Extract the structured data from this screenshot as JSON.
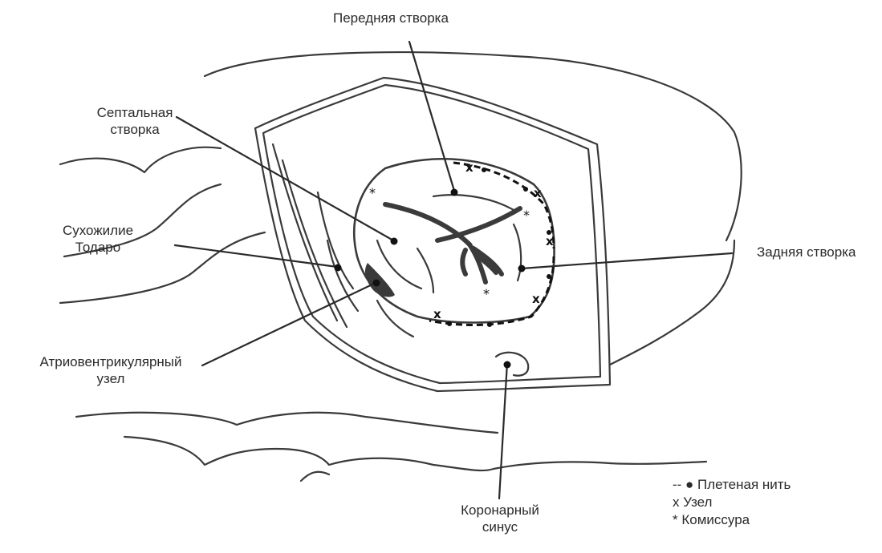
{
  "labels": {
    "anterior_leaflet": "Передняя створка",
    "septal_leaflet_1": "Септальная",
    "septal_leaflet_2": "створка",
    "tendon_1": "Сухожилие",
    "tendon_2": "Тодаро",
    "posterior_leaflet": "Задняя створка",
    "av_node_1": "Атриовентрикулярный",
    "av_node_2": "узел",
    "coronary_sinus_1": "Коронарный",
    "coronary_sinus_2": "синус"
  },
  "legend": {
    "braided_thread": "-- ● Плетеная нить",
    "knot": "x Узел",
    "commissure": "* Комиссура"
  }
}
